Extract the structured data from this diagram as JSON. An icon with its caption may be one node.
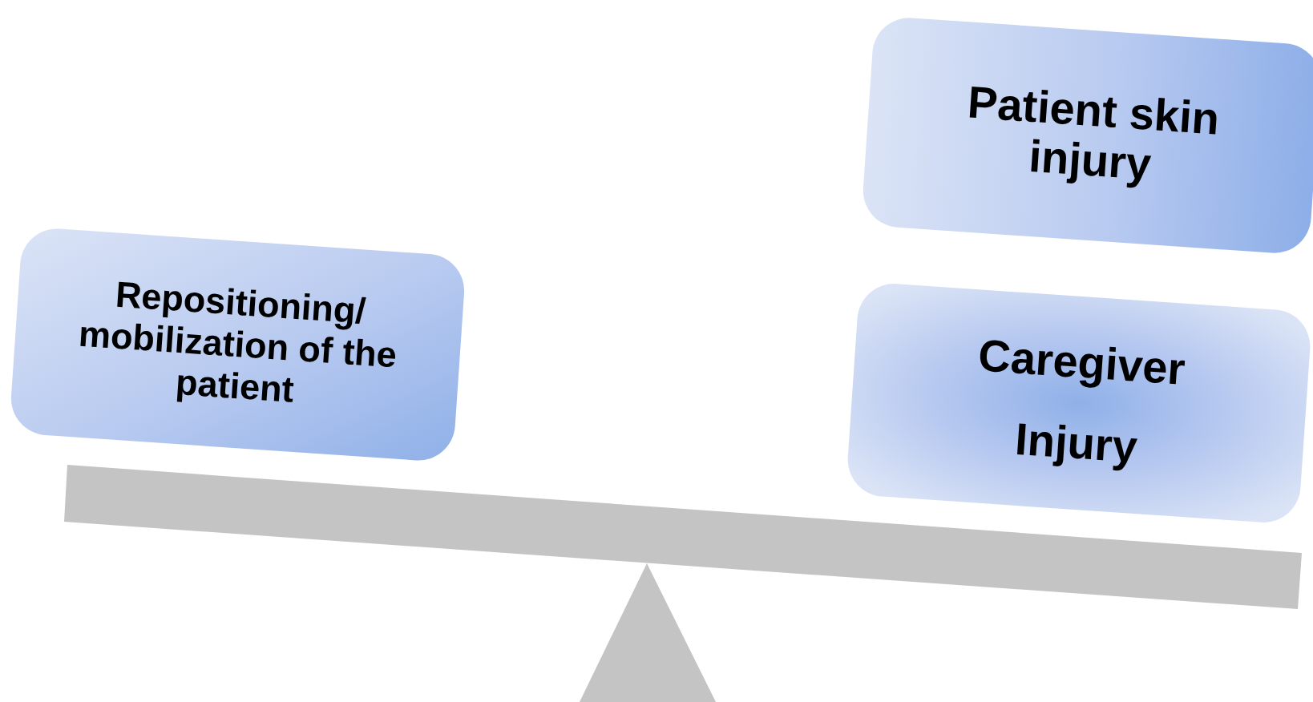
{
  "diagram": {
    "nodes": [
      {
        "text": [
          "Repositioning/ mobilization of the patient"
        ]
      },
      {
        "text": [
          "Patient skin injury"
        ]
      },
      {
        "text": [
          "Caregiver Injury"
        ]
      }
    ]
  }
}
